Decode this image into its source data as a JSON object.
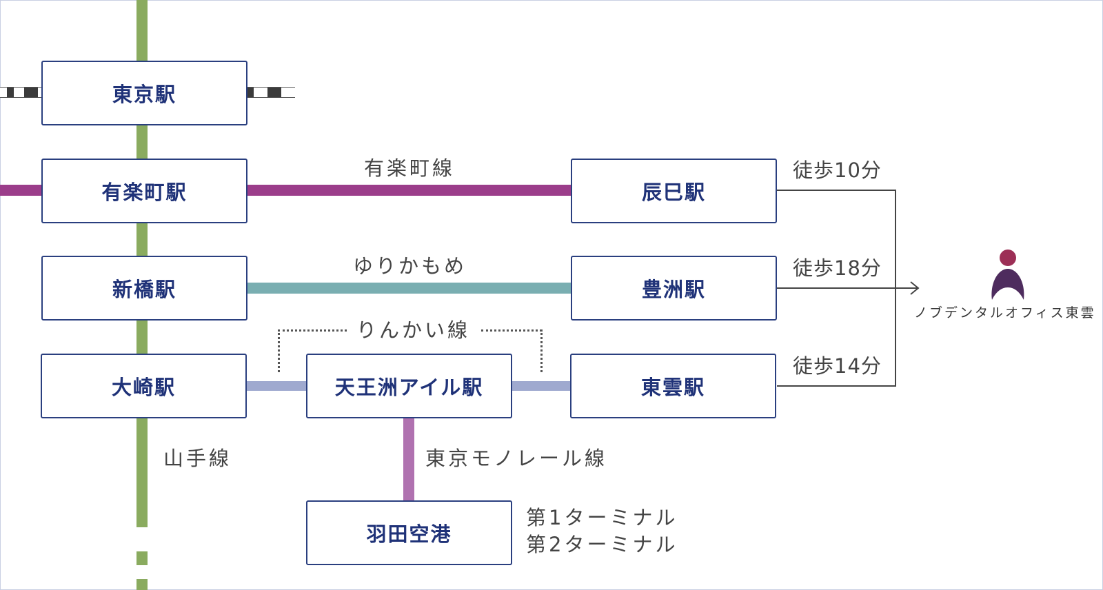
{
  "stations": {
    "tokyo": "東京駅",
    "yurakucho": "有楽町駅",
    "shimbashi": "新橋駅",
    "osaki": "大崎駅",
    "tennozu": "天王洲アイル駅",
    "haneda": "羽田空港",
    "tatsumi": "辰巳駅",
    "toyosu": "豊洲駅",
    "shinonome": "東雲駅"
  },
  "lines": {
    "yurakucho_line": "有楽町線",
    "yurikamome": "ゆりかもめ",
    "rinkai_line": "りんかい線",
    "yamanote_line": "山手線",
    "monorail": "東京モノレール線"
  },
  "walks": {
    "tatsumi": "徒歩10分",
    "toyosu": "徒歩18分",
    "shinonome": "徒歩14分"
  },
  "haneda_terminals": [
    "第1ターミナル",
    "第2ターミナル"
  ],
  "destination": {
    "name": "ノブデンタルオフィス東雲",
    "icon": "person-logo-icon"
  },
  "colors": {
    "yamanote": "#8aab5f",
    "yurakucho": "#9b3d8a",
    "yurikamome": "#79aeb1",
    "rinkai": "#9fa9cf",
    "monorail": "#b072b0",
    "station_border": "#2a3f7f",
    "station_text": "#1f3278",
    "logo_head": "#9c2f56",
    "logo_body": "#4e2c5e"
  }
}
